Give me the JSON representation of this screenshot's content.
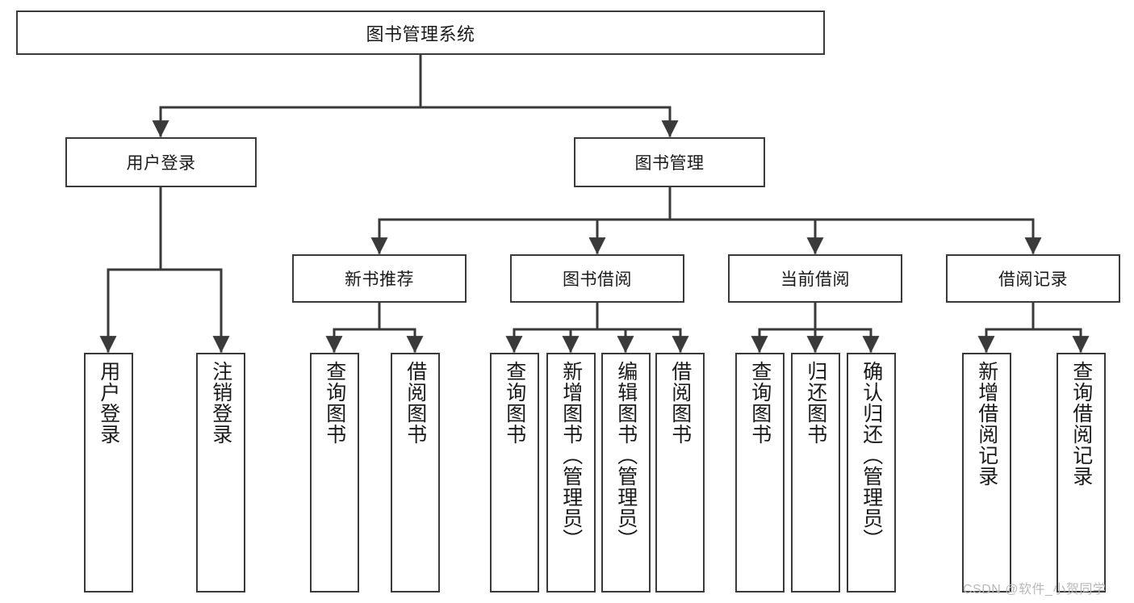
{
  "diagram": {
    "type": "tree",
    "title": "图书管理系统",
    "stroke_color": "#3a3a3a",
    "text_color": "#1a1a1a",
    "background": "#ffffff"
  },
  "root": {
    "label": "图书管理系统"
  },
  "level1": [
    {
      "label": "用户登录"
    },
    {
      "label": "图书管理"
    }
  ],
  "level2": [
    {
      "label": "新书推荐"
    },
    {
      "label": "图书借阅"
    },
    {
      "label": "当前借阅"
    },
    {
      "label": "借阅记录"
    }
  ],
  "leaves": {
    "user_login": [
      {
        "label": "用户登录"
      },
      {
        "label": "注销登录"
      }
    ],
    "new_book": [
      {
        "label": "查询图书"
      },
      {
        "label": "借阅图书"
      }
    ],
    "book_borrow": [
      {
        "label": "查询图书"
      },
      {
        "label": "新增图书（管理员）"
      },
      {
        "label": "编辑图书（管理员）"
      },
      {
        "label": "借阅图书"
      }
    ],
    "current_borrow": [
      {
        "label": "查询图书"
      },
      {
        "label": "归还图书"
      },
      {
        "label": "确认归还（管理员）"
      }
    ],
    "borrow_record": [
      {
        "label": "新增借阅记录"
      },
      {
        "label": "查询借阅记录"
      }
    ]
  },
  "watermark": {
    "text": "CSDN @软件_小贺同学",
    "color": "#b9b9b9"
  }
}
